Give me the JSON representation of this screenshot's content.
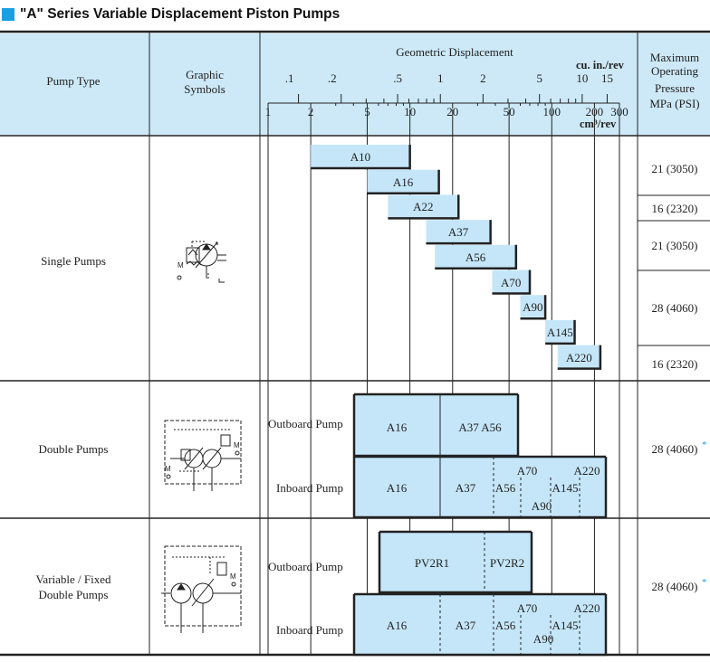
{
  "title": "\"A\" Series Variable Displacement Piston Pumps",
  "header": {
    "pump_type": "Pump Type",
    "graphic_symbols_1": "Graphic",
    "graphic_symbols_2": "Symbols",
    "geometric_displacement": "Geometric Displacement",
    "unit_in": "cu. in./rev",
    "unit_cm": "cm³/rev",
    "max_pressure_1": "Maximum",
    "max_pressure_2": "Operating",
    "max_pressure_3": "Pressure",
    "max_pressure_4": "MPa (PSI)"
  },
  "scale": {
    "in_ticks": [
      ".1",
      ".2",
      ".5",
      "1",
      "2",
      "5",
      "10",
      "15"
    ],
    "cm_ticks": [
      "1",
      "2",
      "5",
      "10",
      "20",
      "50",
      "100",
      "200",
      "300"
    ]
  },
  "rows": {
    "single": "Single Pumps",
    "double": "Double Pumps",
    "varfixed_1": "Variable / Fixed",
    "varfixed_2": "Double Pumps"
  },
  "single_bars": [
    "A10",
    "A16",
    "A22",
    "A37",
    "A56",
    "A70",
    "A90",
    "A145",
    "A220"
  ],
  "pressures": {
    "p1": "21 (3050)",
    "p2": "16 (2320)",
    "p3": "21 (3050)",
    "p4": "28 (4060)",
    "p5": "16 (2320)",
    "p6": "28 (4060)",
    "p7": "28 (4060)"
  },
  "asterisk": "*",
  "double": {
    "outboard": "Outboard Pump",
    "inboard": "Inboard Pump",
    "out_a16": "A16",
    "out_a37a56": "A37 A56",
    "in_a16": "A16",
    "in_a37": "A37",
    "in_a56": "A56",
    "in_a70": "A70",
    "in_a90": "A90",
    "in_a145": "A145",
    "in_a220": "A220"
  },
  "varfixed": {
    "outboard": "Outboard Pump",
    "inboard": "Inboard Pump",
    "out_pv2r1": "PV2R1",
    "out_pv2r2": "PV2R2",
    "in_a16": "A16",
    "in_a37": "A37",
    "in_a56": "A56",
    "in_a70": "A70",
    "in_a90": "A90",
    "in_a145": "A145",
    "in_a220": "A220"
  },
  "colors": {
    "header_bg": "#cde9f8",
    "bar_fill": "#c5e6f9",
    "accent": "#1aa0e0"
  }
}
